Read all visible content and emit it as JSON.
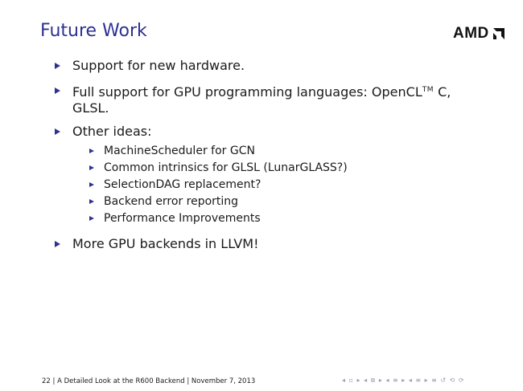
{
  "slide": {
    "title": "Future Work",
    "logo_text": "AMD"
  },
  "bullets": {
    "b1": "Support for new hardware.",
    "b2_pre": "Full support for GPU programming languages: OpenCL",
    "b2_tm": "TM",
    "b2_post": " C,",
    "b2_line2": "GLSL.",
    "b3": "Other ideas:",
    "sub": [
      "MachineScheduler for GCN",
      "Common intrinsics for GLSL (LunarGLASS?)",
      "SelectionDAG replacement?",
      "Backend error reporting",
      "Performance Improvements"
    ],
    "b4": "More GPU backends in LLVM!"
  },
  "footer": {
    "text": "22 | A Detailed Look at the R600 Backend | November 7, 2013",
    "nav": "◂ ▫ ▸ ◂ ⧉ ▸ ◂ ≡ ▸ ◂ ≡ ▸   ≡   ↺ ⟲ ⟳"
  },
  "colors": {
    "title": "#2e3192",
    "bullet": "#2e3192",
    "nav": "#9a9ab5"
  }
}
